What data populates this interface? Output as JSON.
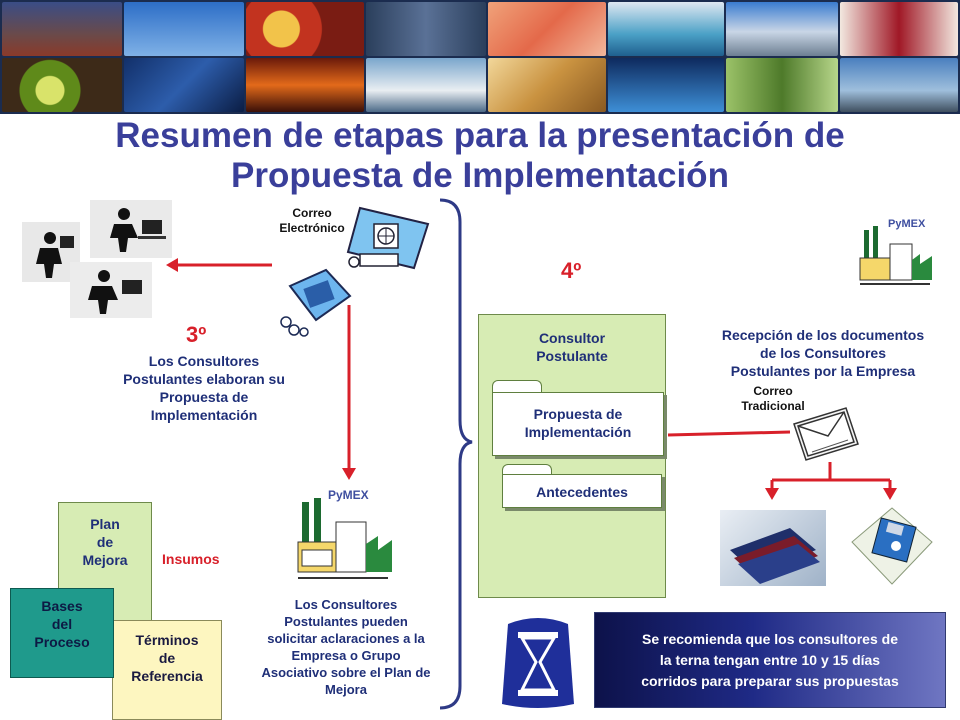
{
  "title_line1": "Resumen de etapas para la presentación de",
  "title_line2": "Propuesta de Implementación",
  "banner_alt": "photo-collage",
  "email": {
    "line1": "Correo",
    "line2": "Electrónico"
  },
  "step3": {
    "number": "3º",
    "text": [
      "Los Consultores",
      "Postulantes elaboran su",
      "Propuesta de",
      "Implementación"
    ]
  },
  "step4": {
    "number": "4º"
  },
  "pymex_label": "PyMEX",
  "left_docs": {
    "plan": [
      "Plan",
      "de",
      "Mejora"
    ],
    "bases": [
      "Bases",
      "del",
      "Proceso"
    ],
    "terminos": [
      "Términos",
      "de",
      "Referencia"
    ],
    "insumos": "Insumos"
  },
  "pymex_caption": [
    "Los Consultores",
    "Postulantes pueden",
    "solicitar aclaraciones a la",
    "Empresa o Grupo",
    "Asociativo sobre el Plan de",
    "Mejora"
  ],
  "consultor": {
    "title": [
      "Consultor",
      "Postulante"
    ],
    "propuesta": [
      "Propuesta de",
      "Implementación"
    ],
    "antecedentes": "Antecedentes"
  },
  "reception": [
    "Recepción de los documentos",
    "de los Consultores",
    "Postulantes por la Empresa"
  ],
  "correo_tradicional": {
    "line1": "Correo",
    "line2": "Tradicional"
  },
  "note": [
    "Se recomienda que los consultores de",
    "la terna tengan entre 10 y 15 días",
    "corridos para preparar sus propuestas"
  ],
  "colors": {
    "title": "#3a3f9a",
    "navy": "#1f2f78",
    "red": "#d8202a",
    "green_doc": "#d7ecb4",
    "yellow_doc": "#fdf6c0",
    "teal_doc": "#1f9a8c"
  }
}
